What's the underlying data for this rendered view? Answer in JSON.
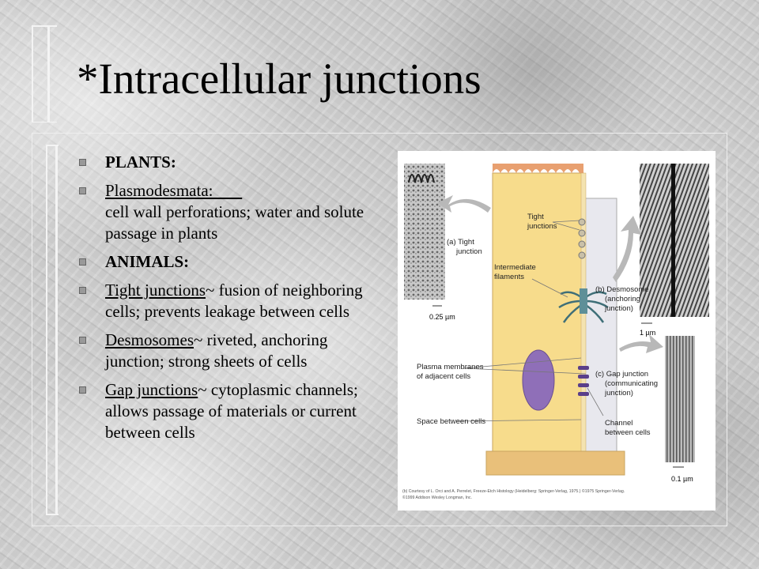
{
  "title": "*Intracellular junctions",
  "bullets": [
    {
      "lead": "PLANTS:",
      "bold": true
    },
    {
      "lead": "Plasmodesmata:",
      "blank": "       ",
      "rest": "cell wall perforations; water and solute passage in plants"
    },
    {
      "lead": "ANIMALS:",
      "bold": true
    },
    {
      "lead": "Tight junctions",
      "rest": "~ fusion of neighboring cells; prevents leakage between cells"
    },
    {
      "lead": "Desmosomes",
      "rest": "~ riveted, anchoring junction; strong sheets of cells"
    },
    {
      "lead": "Gap junctions",
      "rest": "~ cytoplasmic channels; allows passage of materials or current between cells"
    }
  ],
  "bullet_glyph": "n",
  "figure": {
    "label_a": "(a) Tight",
    "label_a2": "junction",
    "label_tight": "Tight",
    "label_tight2": "junctions",
    "label_inter": "Intermediate",
    "label_inter2": "filaments",
    "label_b": "(b) Desmosome",
    "label_b2": "(anchoring",
    "label_b3": "junction)",
    "label_c": "(c) Gap junction",
    "label_c2": "(communicating",
    "label_c3": "junction)",
    "label_plasma": "Plasma membranes",
    "label_plasma2": "of adjacent cells",
    "label_space": "Space between cells",
    "label_channel": "Channel",
    "label_channel2": "between cells",
    "scale_a": "0.25 µm",
    "scale_b": "1 µm",
    "scale_c": "0.1 µm",
    "credit1": "(b) Courtesy of L. Orci and A. Perrelet, Freeze-Etch Histology (Heidelberg: Springer-Verlag, 1975.) ©1975 Springer-Verlag.",
    "credit2": "©1999 Addison Wesley Longman, Inc."
  },
  "colors": {
    "cell": "#f7dc8c",
    "apical": "#e8a070",
    "nucleus": "#8f6fb8",
    "arrow": "#b8b8b8"
  }
}
